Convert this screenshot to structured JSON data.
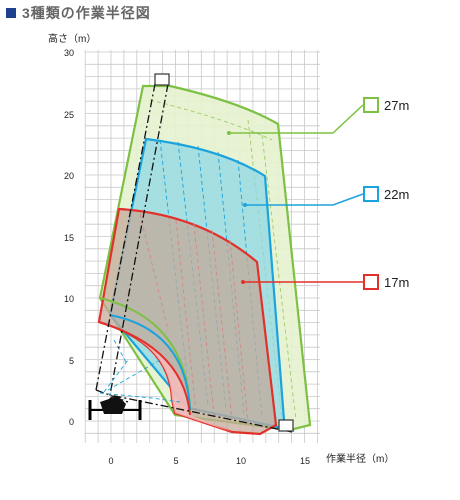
{
  "title": "3種類の作業半径図",
  "y_axis_label": "高さ（m）",
  "x_axis_label": "作業半径（m）",
  "y_ticks": [
    "0",
    "5",
    "10",
    "15",
    "20",
    "25",
    "30"
  ],
  "x_ticks": [
    "0",
    "5",
    "10",
    "15"
  ],
  "colors": {
    "title_square": "#1f3f8f",
    "grid": "#c8c8c8",
    "boom_27m": "#7cc142",
    "boom_22m": "#1aa3dc",
    "boom_17m": "#e2312b"
  },
  "legend": [
    {
      "label": "27m"
    },
    {
      "label": "22m"
    },
    {
      "label": "17m"
    }
  ]
}
